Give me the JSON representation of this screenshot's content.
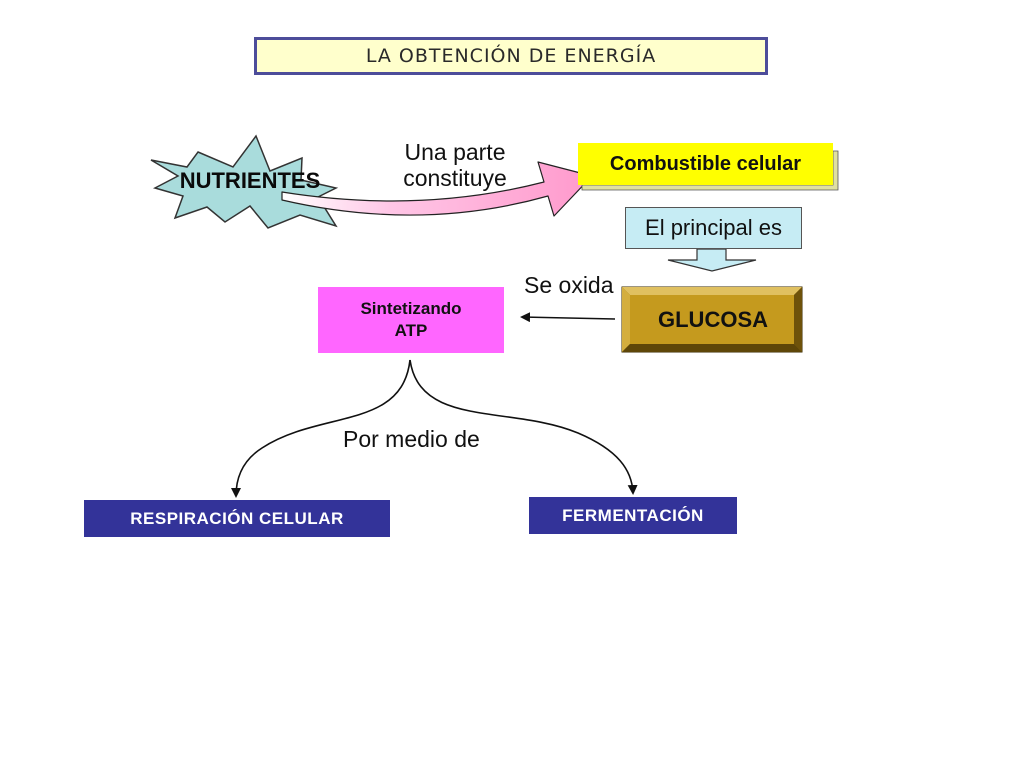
{
  "title": "LA OBTENCIÓN DE ENERGÍA",
  "nodes": {
    "nutrientes": "NUTRIENTES",
    "combustible": "Combustible celular",
    "principal": "El principal es",
    "glucosa": "GLUCOSA",
    "atp_line1": "Sintetizando",
    "atp_line2": "ATP",
    "respiracion": "RESPIRACIÓN CELULAR",
    "fermentacion": "FERMENTACIÓN"
  },
  "links": {
    "una_parte_line1": "Una parte",
    "una_parte_line2": "constituye",
    "se_oxida": "Se oxida",
    "por_medio": "Por medio de"
  },
  "colors": {
    "title_fill": "#ffffcc",
    "title_border": "#4d4d9a",
    "nutrientes_fill": "#a9dcdc",
    "combustible_fill": "#ffff00",
    "principal_fill": "#c6ecf4",
    "glucosa_fill": "#c59a1e",
    "atp_fill": "#ff66ff",
    "branch_fill": "#333399",
    "arrow_fill": "#ff99cc"
  }
}
